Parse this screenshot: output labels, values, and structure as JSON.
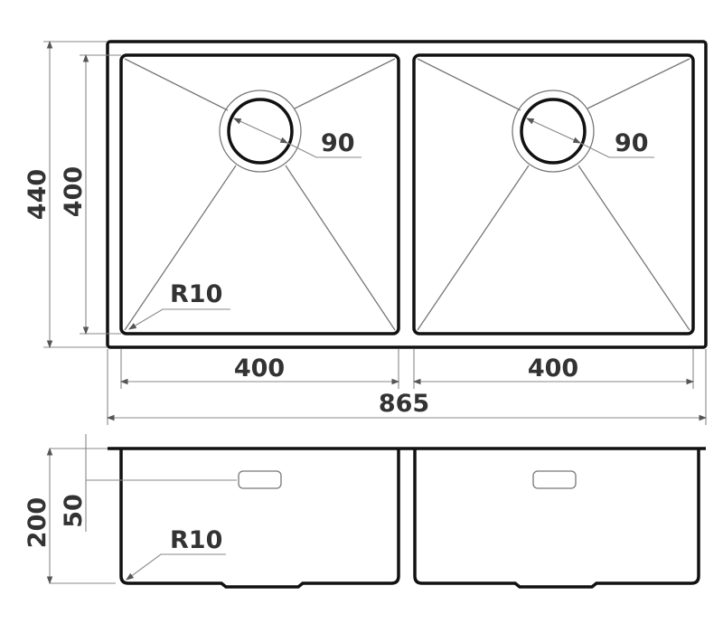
{
  "top_view": {
    "overall_height": "440",
    "bowl_height": "400",
    "left_drain_diameter": "90",
    "right_drain_diameter": "90",
    "corner_radius": "R10",
    "left_bowl_width": "400",
    "right_bowl_width": "400",
    "overall_width": "865"
  },
  "side_view": {
    "depth": "200",
    "overflow_offset": "50",
    "corner_radius": "R10"
  }
}
